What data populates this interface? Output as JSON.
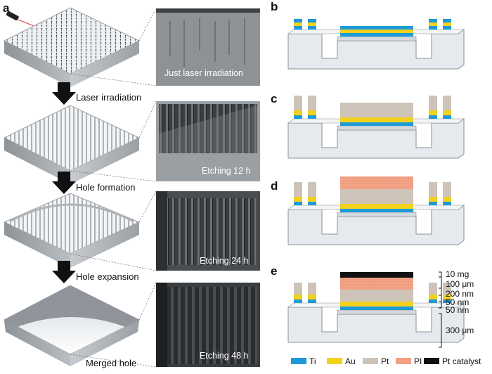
{
  "panels": {
    "a": "a",
    "b": "b",
    "c": "c",
    "d": "d",
    "e": "e"
  },
  "steps": [
    "Laser irradiation",
    "Hole formation",
    "Hole expansion",
    "Merged hole"
  ],
  "sem_captions": [
    "Just laser irradiation",
    "Etching 12 h",
    "Etching 24 h",
    "Etching 48 h"
  ],
  "dimensions": [
    "10 mg",
    "100 μm",
    "200 nm",
    "50 nm",
    "50 nm",
    "300 μm"
  ],
  "legend": [
    {
      "label": "Ti",
      "color": "#1e9ad6"
    },
    {
      "label": "Au",
      "color": "#f2d21c"
    },
    {
      "label": "Pt",
      "color": "#cdc3b9"
    },
    {
      "label": "PI",
      "color": "#f2a083"
    },
    {
      "label": "Pt catalyst",
      "color": "#111111"
    }
  ],
  "colors": {
    "substrate": "#e6eaee",
    "substrate_edge": "#8a9096",
    "ti": "#1e9ad6",
    "au": "#f2d21c",
    "pt": "#cdc3b9",
    "pi": "#f2a083",
    "catalyst": "#111111"
  }
}
